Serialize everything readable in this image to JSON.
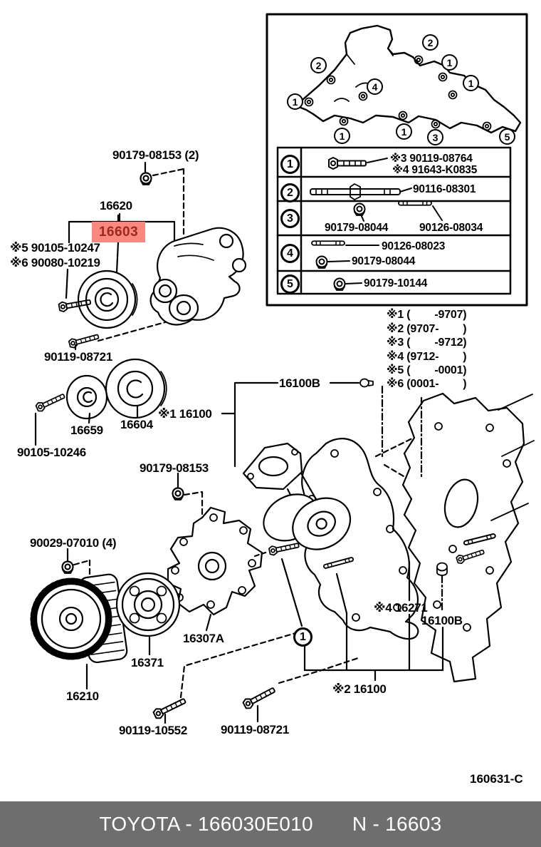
{
  "colors": {
    "highlight-bg": "#f9897f",
    "highlight-fg": "#9e2820",
    "footer-bg": "#6e6e6e",
    "footer-fg": "#ffffff",
    "ink": "#000000",
    "paper": "#ffffff"
  },
  "inset": {
    "callouts": [
      "2",
      "2",
      "1",
      "1",
      "1",
      "4",
      "1",
      "1",
      "3",
      "5"
    ],
    "table": {
      "rows": [
        {
          "num": "1",
          "labels": [
            "※3 90119-08764",
            "※4 91643-K0835"
          ]
        },
        {
          "num": "2",
          "labels": [
            "90116-08301"
          ]
        },
        {
          "num": "3",
          "labels": [
            "90179-08044",
            "90126-08034"
          ]
        },
        {
          "num": "4",
          "labels": [
            "90126-08023",
            "90179-08044"
          ]
        },
        {
          "num": "5",
          "labels": [
            "90179-10144"
          ]
        }
      ]
    }
  },
  "notes": [
    "※1 (        -9707)",
    "※2 (9707-        )",
    "※3 (        -9712)",
    "※4 (9712-        )",
    "※5 (        -0001)",
    "※6 (0001-        )"
  ],
  "parts": {
    "nut_pump_upper": "90179-08153 (2)",
    "idler_assembly": "16620",
    "idler_pulley_highlighted": "16603",
    "bolt_note5": "※5 90105-10247",
    "bolt_note6": "※6 90080-10219",
    "bolt_idler": "90119-08721",
    "seal_ring": "16659",
    "idler_pulley_no1": "16604",
    "bolt_seal": "90105-10246",
    "water_pump_note1": "※1 16100",
    "plug_upper": "16100B",
    "nut_bracket": "90179-08153",
    "stud_fan_bracket": "90029-07010 (4)",
    "fan_bracket": "16307A",
    "pulley_no2": "16371",
    "fluid_coupling": "16210",
    "bolt_lower_left": "90119-10552",
    "bolt_lower_right": "90119-08721",
    "plate_note4": "※4 16271",
    "plug_lower": "16100B",
    "water_pump_note2": "※2 16100"
  },
  "main_callout": "1",
  "doc_code": "160631-C",
  "footer": {
    "left": "TOYOTA - 166030E010",
    "right": "N - 16603"
  }
}
